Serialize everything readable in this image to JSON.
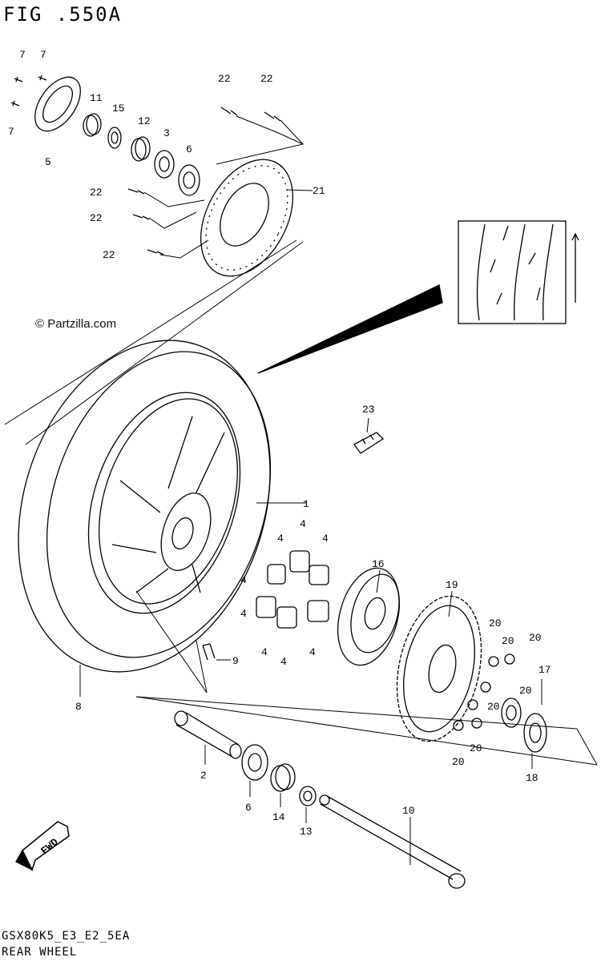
{
  "figure": {
    "title": "FIG .550A",
    "watermark": "© Partzilla.com",
    "code": "GSX80K5_E3_E2_5EA",
    "name": "REAR WHEEL",
    "direction_badge": "FWD"
  },
  "callouts": [
    "7",
    "7",
    "7",
    "5",
    "11",
    "15",
    "12",
    "3",
    "6",
    "22",
    "22",
    "22",
    "22",
    "22",
    "21",
    "23",
    "1",
    "4",
    "4",
    "4",
    "4",
    "4",
    "4",
    "4",
    "4",
    "16",
    "19",
    "20",
    "20",
    "20",
    "20",
    "20",
    "20",
    "20",
    "17",
    "18",
    "9",
    "8",
    "2",
    "6",
    "14",
    "13",
    "10"
  ]
}
